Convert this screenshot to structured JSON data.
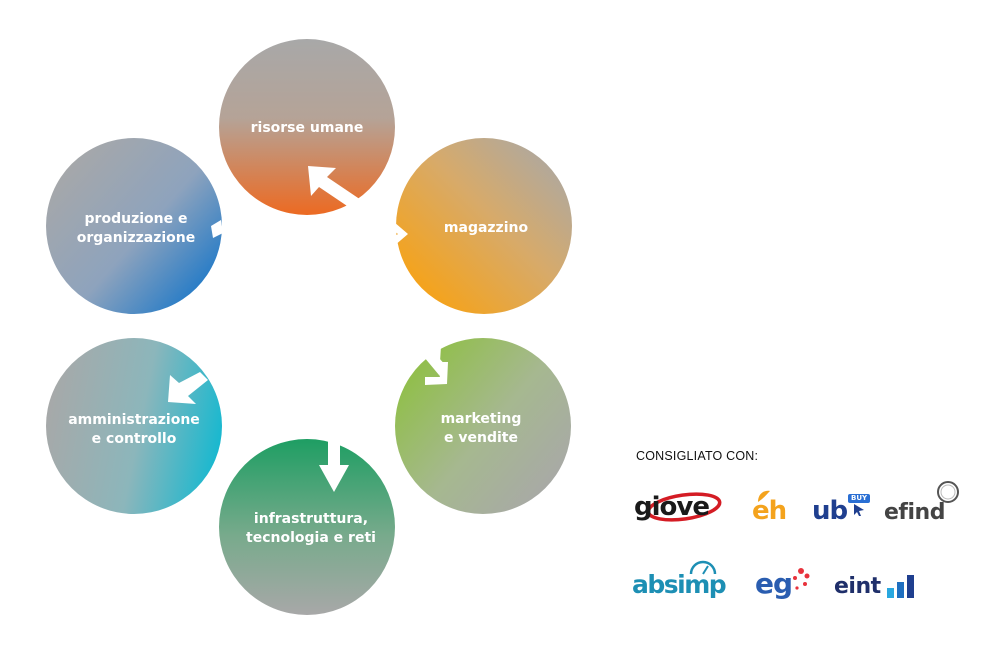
{
  "diagram": {
    "nodes": [
      {
        "id": "risorse",
        "lines": [
          "risorse umane"
        ]
      },
      {
        "id": "magazzino",
        "lines": [
          "magazzino"
        ]
      },
      {
        "id": "marketing",
        "lines": [
          "marketing",
          "e vendite"
        ]
      },
      {
        "id": "infrastruttura",
        "lines": [
          "infrastruttura,",
          "tecnologia e reti"
        ]
      },
      {
        "id": "amministrazione",
        "lines": [
          "amministrazione",
          "e controllo"
        ]
      },
      {
        "id": "produzione",
        "lines": [
          "produzione e",
          "organizzazione"
        ]
      }
    ],
    "colors": {
      "gray": "#a8a8a8",
      "orange_red": "#ec6a22",
      "orange": "#f4a31d",
      "green_light": "#8dc03e",
      "green": "#1e9e63",
      "cyan": "#1bb8cf",
      "blue": "#1c78c8"
    }
  },
  "partners": {
    "caption": "CONSIGLIATO CON:",
    "logos": [
      {
        "id": "giove",
        "text": "giove"
      },
      {
        "id": "eh",
        "text": "eh"
      },
      {
        "id": "ub",
        "text": "ub",
        "badge": "BUY"
      },
      {
        "id": "efind",
        "text": "efind"
      },
      {
        "id": "absimp",
        "text": "absimp"
      },
      {
        "id": "eg",
        "text": "eg"
      },
      {
        "id": "eint",
        "text": "eint"
      }
    ]
  }
}
